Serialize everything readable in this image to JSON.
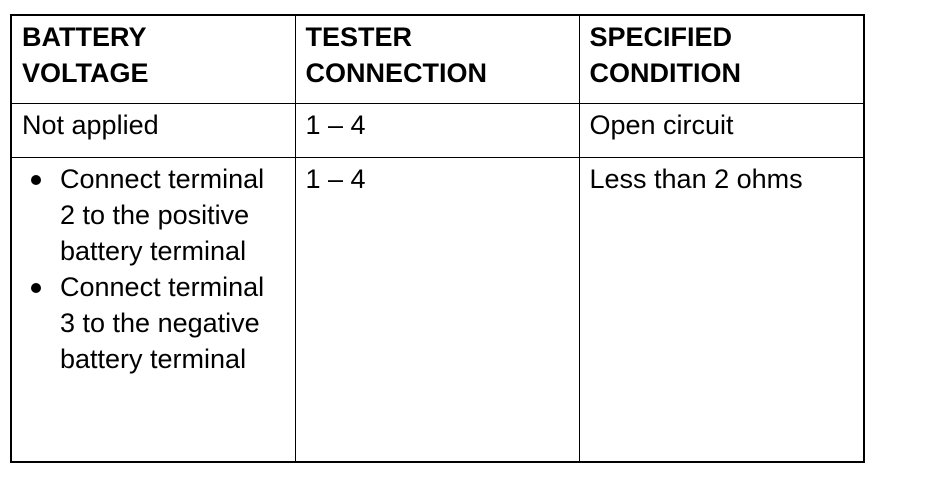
{
  "table": {
    "headers": [
      [
        "BATTERY",
        "VOLTAGE"
      ],
      [
        "TESTER",
        "CONNECTION"
      ],
      [
        "SPECIFIED",
        "CONDITION"
      ]
    ],
    "rows": [
      {
        "battery_voltage": "Not applied",
        "tester_connection": "1 – 4",
        "specified_condition": "Open circuit"
      },
      {
        "battery_voltage_steps": [
          "Connect terminal 2 to the positive battery terminal",
          "Connect terminal 3 to the negative battery terminal"
        ],
        "tester_connection": "1 – 4",
        "specified_condition": "Less than 2 ohms"
      }
    ]
  }
}
